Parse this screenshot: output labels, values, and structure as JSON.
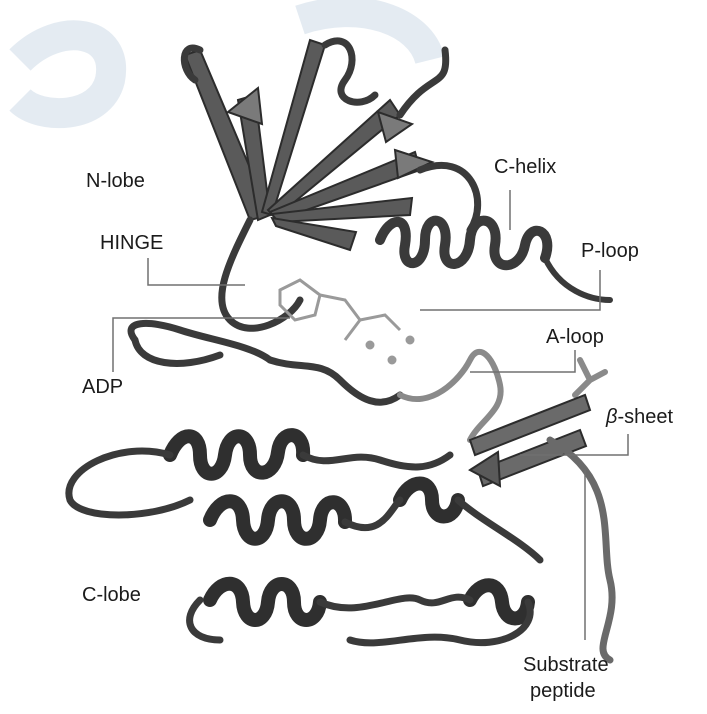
{
  "figure": {
    "labels": {
      "n_lobe": "N-lobe",
      "c_helix": "C-helix",
      "hinge": "HINGE",
      "p_loop": "P-loop",
      "adp": "ADP",
      "a_loop": "A-loop",
      "beta_symbol": "β",
      "beta_sheet": "-sheet",
      "c_lobe": "C-lobe",
      "substrate_line1": "Substrate",
      "substrate_line2": "peptide"
    },
    "colors": {
      "ribbon_dark": "#3a3a3a",
      "ribbon_light": "#8a8a8a",
      "ligand": "#9a9a9a",
      "leader": "#707070",
      "watermark": "#dde6ef"
    }
  }
}
